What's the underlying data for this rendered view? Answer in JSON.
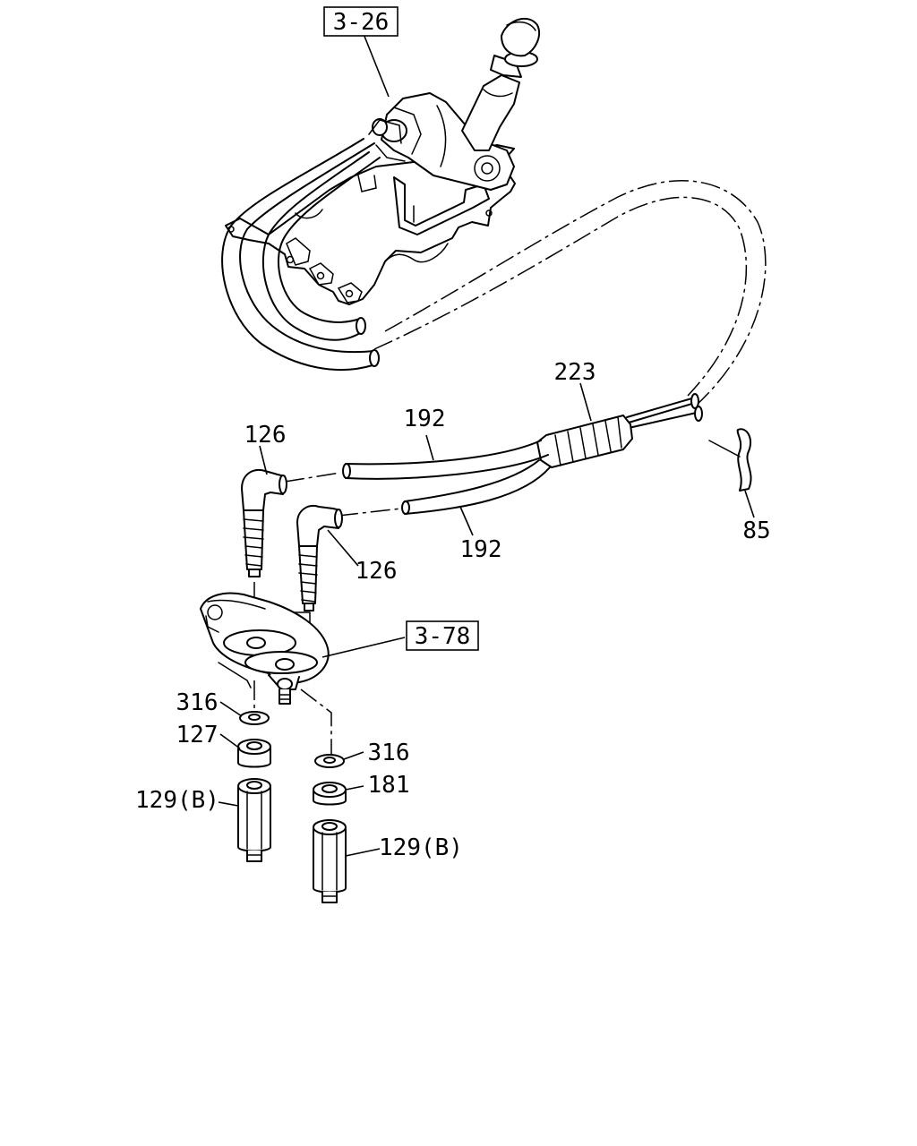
{
  "refs": {
    "ref_top": "3-26",
    "ref_mid": "3-78"
  },
  "labels": {
    "p223": "223",
    "p192_upper": "192",
    "p192_lower": "192",
    "p126_upper": "126",
    "p126_lower": "126",
    "p85": "85",
    "p316_left": "316",
    "p316_right": "316",
    "p127": "127",
    "p181": "181",
    "p129_left": "129(B)",
    "p129_right": "129(B)"
  },
  "colors": {
    "line": "#000000",
    "background": "#ffffff"
  }
}
